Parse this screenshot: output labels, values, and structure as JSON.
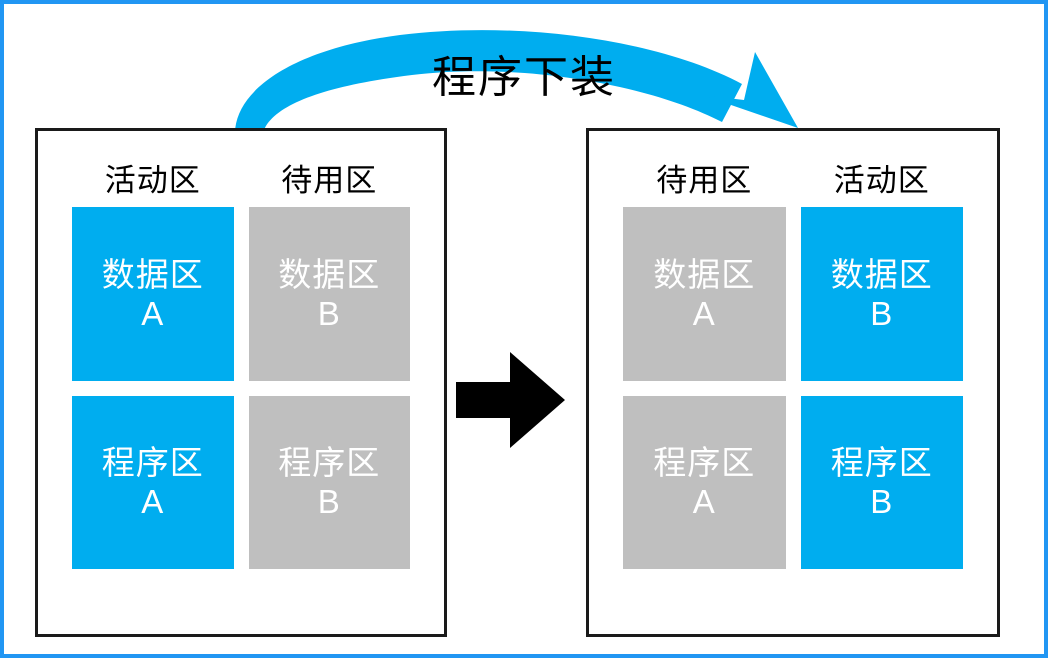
{
  "diagram": {
    "title": "程序下装",
    "colors": {
      "active": "#00ADEF",
      "idle": "#BFBFBF",
      "frame": "#2196F3",
      "panel_border": "#1A1A1A",
      "text": "#000000",
      "cell_text": "#FFFFFF"
    },
    "flow_arrow": {
      "name": "download-curved-arrow",
      "label": "程序下装",
      "direction": "left-to-right"
    },
    "transition_arrow": {
      "name": "transition-arrow",
      "direction": "right"
    },
    "panels": [
      {
        "id": "before",
        "columns": [
          {
            "header": "活动区",
            "state": "active",
            "cells": [
              {
                "name": "数据区",
                "suffix": "A",
                "state": "active"
              },
              {
                "name": "程序区",
                "suffix": "A",
                "state": "active"
              }
            ]
          },
          {
            "header": "待用区",
            "state": "idle",
            "cells": [
              {
                "name": "数据区",
                "suffix": "B",
                "state": "idle"
              },
              {
                "name": "程序区",
                "suffix": "B",
                "state": "idle"
              }
            ]
          }
        ]
      },
      {
        "id": "after",
        "columns": [
          {
            "header": "待用区",
            "state": "idle",
            "cells": [
              {
                "name": "数据区",
                "suffix": "A",
                "state": "idle"
              },
              {
                "name": "程序区",
                "suffix": "A",
                "state": "idle"
              }
            ]
          },
          {
            "header": "活动区",
            "state": "active",
            "cells": [
              {
                "name": "数据区",
                "suffix": "B",
                "state": "active"
              },
              {
                "name": "程序区",
                "suffix": "B",
                "state": "active"
              }
            ]
          }
        ]
      }
    ]
  }
}
